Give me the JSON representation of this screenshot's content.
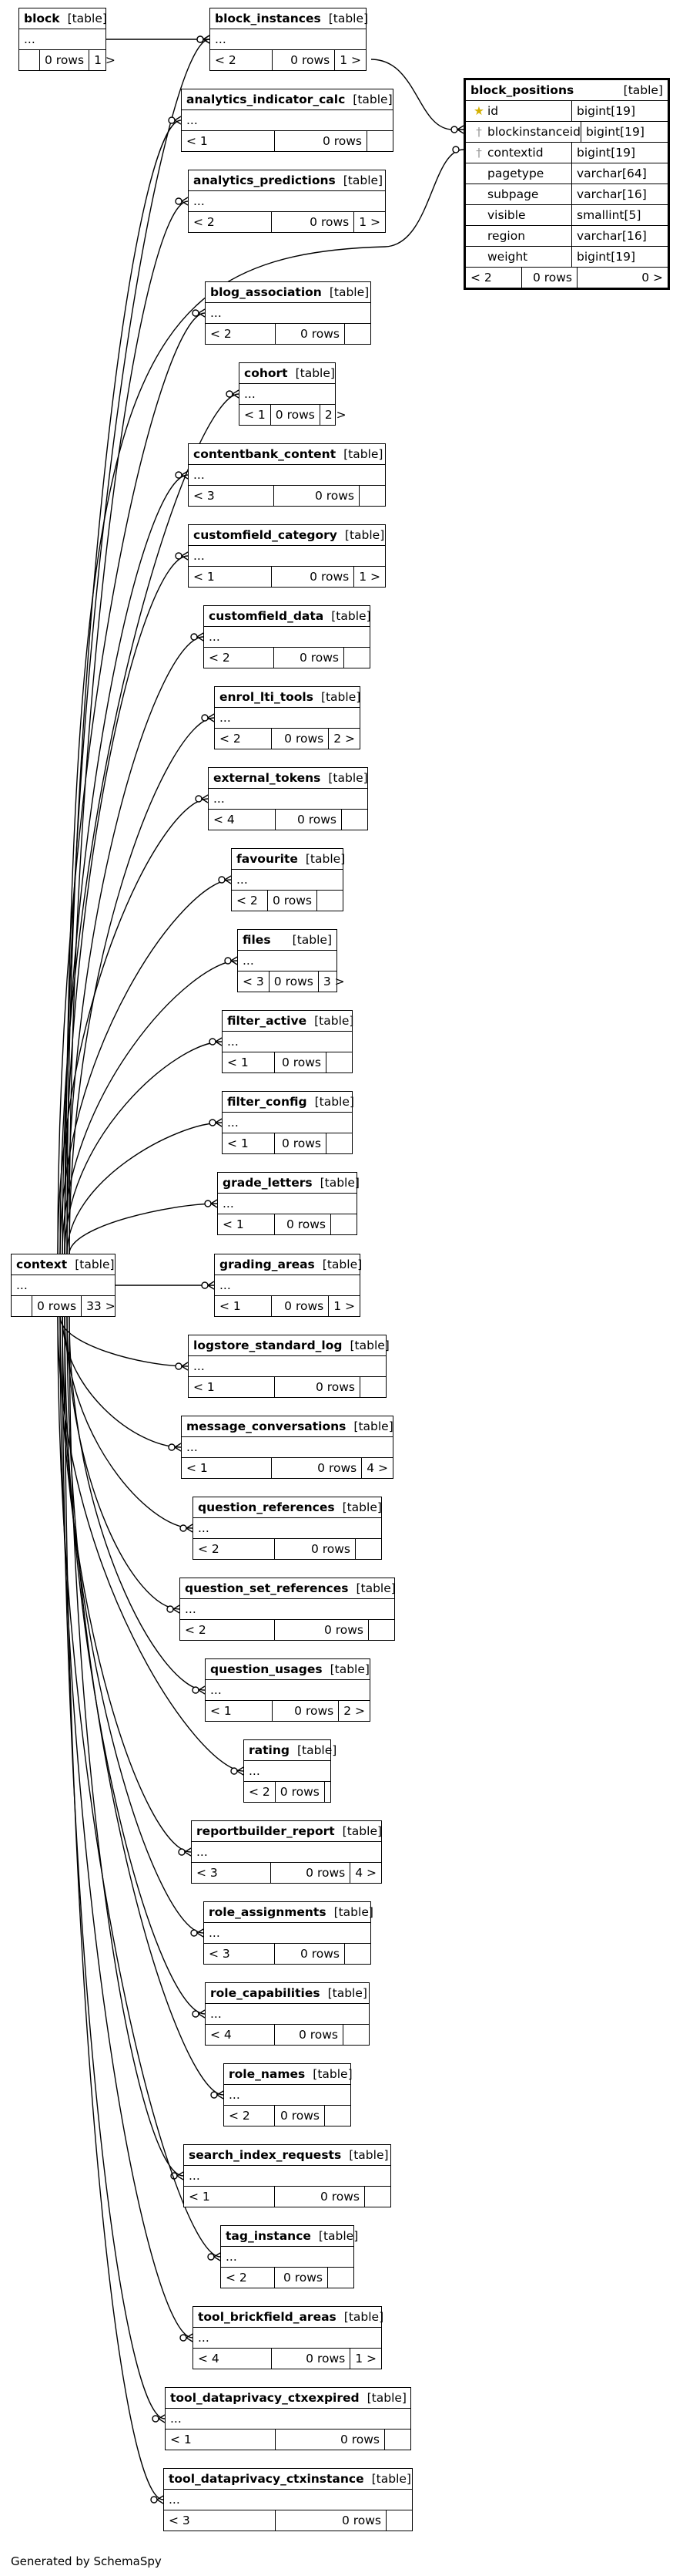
{
  "credit": "Generated by SchemaSpy",
  "focus_table": {
    "name": "block_positions",
    "kind": "[table]",
    "columns": [
      {
        "name": "id",
        "type": "bigint[19]",
        "key": "pk"
      },
      {
        "name": "blockinstanceid",
        "type": "bigint[19]",
        "key": "fk"
      },
      {
        "name": "contextid",
        "type": "bigint[19]",
        "key": "fk"
      },
      {
        "name": "pagetype",
        "type": "varchar[64]",
        "key": ""
      },
      {
        "name": "subpage",
        "type": "varchar[16]",
        "key": ""
      },
      {
        "name": "visible",
        "type": "smallint[5]",
        "key": ""
      },
      {
        "name": "region",
        "type": "varchar[16]",
        "key": ""
      },
      {
        "name": "weight",
        "type": "bigint[19]",
        "key": ""
      }
    ],
    "parents": "< 2",
    "rows": "0 rows",
    "children": "0 >"
  },
  "tables": [
    {
      "id": "block",
      "name": "block",
      "kind": "[table]",
      "body": "...",
      "parents": "",
      "rows": "0 rows",
      "children": "1 >"
    },
    {
      "id": "block_instances",
      "name": "block_instances",
      "kind": "[table]",
      "body": "...",
      "parents": "< 2",
      "rows": "0 rows",
      "children": "1 >"
    },
    {
      "id": "analytics_indicator_calc",
      "name": "analytics_indicator_calc",
      "kind": "[table]",
      "body": "...",
      "parents": "< 1",
      "rows": "0 rows",
      "children": ""
    },
    {
      "id": "analytics_predictions",
      "name": "analytics_predictions",
      "kind": "[table]",
      "body": "...",
      "parents": "< 2",
      "rows": "0 rows",
      "children": "1 >"
    },
    {
      "id": "blog_association",
      "name": "blog_association",
      "kind": "[table]",
      "body": "...",
      "parents": "< 2",
      "rows": "0 rows",
      "children": ""
    },
    {
      "id": "cohort",
      "name": "cohort",
      "kind": "[table]",
      "body": "...",
      "parents": "< 1",
      "rows": "0 rows",
      "children": "2 >"
    },
    {
      "id": "contentbank_content",
      "name": "contentbank_content",
      "kind": "[table]",
      "body": "...",
      "parents": "< 3",
      "rows": "0 rows",
      "children": ""
    },
    {
      "id": "customfield_category",
      "name": "customfield_category",
      "kind": "[table]",
      "body": "...",
      "parents": "< 1",
      "rows": "0 rows",
      "children": "1 >"
    },
    {
      "id": "customfield_data",
      "name": "customfield_data",
      "kind": "[table]",
      "body": "...",
      "parents": "< 2",
      "rows": "0 rows",
      "children": ""
    },
    {
      "id": "enrol_lti_tools",
      "name": "enrol_lti_tools",
      "kind": "[table]",
      "body": "...",
      "parents": "< 2",
      "rows": "0 rows",
      "children": "2 >"
    },
    {
      "id": "external_tokens",
      "name": "external_tokens",
      "kind": "[table]",
      "body": "...",
      "parents": "< 4",
      "rows": "0 rows",
      "children": ""
    },
    {
      "id": "favourite",
      "name": "favourite",
      "kind": "[table]",
      "body": "...",
      "parents": "< 2",
      "rows": "0 rows",
      "children": ""
    },
    {
      "id": "files",
      "name": "files",
      "kind": "[table]",
      "body": "...",
      "parents": "< 3",
      "rows": "0 rows",
      "children": "3 >"
    },
    {
      "id": "filter_active",
      "name": "filter_active",
      "kind": "[table]",
      "body": "...",
      "parents": "< 1",
      "rows": "0 rows",
      "children": ""
    },
    {
      "id": "filter_config",
      "name": "filter_config",
      "kind": "[table]",
      "body": "...",
      "parents": "< 1",
      "rows": "0 rows",
      "children": ""
    },
    {
      "id": "grade_letters",
      "name": "grade_letters",
      "kind": "[table]",
      "body": "...",
      "parents": "< 1",
      "rows": "0 rows",
      "children": ""
    },
    {
      "id": "context",
      "name": "context",
      "kind": "[table]",
      "body": "...",
      "parents": "",
      "rows": "0 rows",
      "children": "33 >"
    },
    {
      "id": "grading_areas",
      "name": "grading_areas",
      "kind": "[table]",
      "body": "...",
      "parents": "< 1",
      "rows": "0 rows",
      "children": "1 >"
    },
    {
      "id": "logstore_standard_log",
      "name": "logstore_standard_log",
      "kind": "[table]",
      "body": "...",
      "parents": "< 1",
      "rows": "0 rows",
      "children": ""
    },
    {
      "id": "message_conversations",
      "name": "message_conversations",
      "kind": "[table]",
      "body": "...",
      "parents": "< 1",
      "rows": "0 rows",
      "children": "4 >"
    },
    {
      "id": "question_references",
      "name": "question_references",
      "kind": "[table]",
      "body": "...",
      "parents": "< 2",
      "rows": "0 rows",
      "children": ""
    },
    {
      "id": "question_set_references",
      "name": "question_set_references",
      "kind": "[table]",
      "body": "...",
      "parents": "< 2",
      "rows": "0 rows",
      "children": ""
    },
    {
      "id": "question_usages",
      "name": "question_usages",
      "kind": "[table]",
      "body": "...",
      "parents": "< 1",
      "rows": "0 rows",
      "children": "2 >"
    },
    {
      "id": "rating",
      "name": "rating",
      "kind": "[table]",
      "body": "...",
      "parents": "< 2",
      "rows": "0 rows",
      "children": ""
    },
    {
      "id": "reportbuilder_report",
      "name": "reportbuilder_report",
      "kind": "[table]",
      "body": "...",
      "parents": "< 3",
      "rows": "0 rows",
      "children": "4 >"
    },
    {
      "id": "role_assignments",
      "name": "role_assignments",
      "kind": "[table]",
      "body": "...",
      "parents": "< 3",
      "rows": "0 rows",
      "children": ""
    },
    {
      "id": "role_capabilities",
      "name": "role_capabilities",
      "kind": "[table]",
      "body": "...",
      "parents": "< 4",
      "rows": "0 rows",
      "children": ""
    },
    {
      "id": "role_names",
      "name": "role_names",
      "kind": "[table]",
      "body": "...",
      "parents": "< 2",
      "rows": "0 rows",
      "children": ""
    },
    {
      "id": "search_index_requests",
      "name": "search_index_requests",
      "kind": "[table]",
      "body": "...",
      "parents": "< 1",
      "rows": "0 rows",
      "children": ""
    },
    {
      "id": "tag_instance",
      "name": "tag_instance",
      "kind": "[table]",
      "body": "...",
      "parents": "< 2",
      "rows": "0 rows",
      "children": ""
    },
    {
      "id": "tool_brickfield_areas",
      "name": "tool_brickfield_areas",
      "kind": "[table]",
      "body": "...",
      "parents": "< 4",
      "rows": "0 rows",
      "children": "1 >"
    },
    {
      "id": "tool_dataprivacy_ctxexpired",
      "name": "tool_dataprivacy_ctxexpired",
      "kind": "[table]",
      "body": "...",
      "parents": "< 1",
      "rows": "0 rows",
      "children": ""
    },
    {
      "id": "tool_dataprivacy_ctxinstance",
      "name": "tool_dataprivacy_ctxinstance",
      "kind": "[table]",
      "body": "...",
      "parents": "< 3",
      "rows": "0 rows",
      "children": ""
    }
  ],
  "relationships": [
    {
      "from": "block",
      "to": "block_instances"
    },
    {
      "from": "block_instances",
      "to": "block_positions"
    },
    {
      "from": "context",
      "to": "block_positions"
    },
    {
      "from": "context",
      "to": "block_instances"
    },
    {
      "from": "context",
      "to": "analytics_indicator_calc"
    },
    {
      "from": "context",
      "to": "analytics_predictions"
    },
    {
      "from": "context",
      "to": "blog_association"
    },
    {
      "from": "context",
      "to": "cohort"
    },
    {
      "from": "context",
      "to": "contentbank_content"
    },
    {
      "from": "context",
      "to": "customfield_category"
    },
    {
      "from": "context",
      "to": "customfield_data"
    },
    {
      "from": "context",
      "to": "enrol_lti_tools"
    },
    {
      "from": "context",
      "to": "external_tokens"
    },
    {
      "from": "context",
      "to": "favourite"
    },
    {
      "from": "context",
      "to": "files"
    },
    {
      "from": "context",
      "to": "filter_active"
    },
    {
      "from": "context",
      "to": "filter_config"
    },
    {
      "from": "context",
      "to": "grade_letters"
    },
    {
      "from": "context",
      "to": "grading_areas"
    },
    {
      "from": "context",
      "to": "logstore_standard_log"
    },
    {
      "from": "context",
      "to": "message_conversations"
    },
    {
      "from": "context",
      "to": "question_references"
    },
    {
      "from": "context",
      "to": "question_set_references"
    },
    {
      "from": "context",
      "to": "question_usages"
    },
    {
      "from": "context",
      "to": "rating"
    },
    {
      "from": "context",
      "to": "reportbuilder_report"
    },
    {
      "from": "context",
      "to": "role_assignments"
    },
    {
      "from": "context",
      "to": "role_capabilities"
    },
    {
      "from": "context",
      "to": "role_names"
    },
    {
      "from": "context",
      "to": "search_index_requests"
    },
    {
      "from": "context",
      "to": "tag_instance"
    },
    {
      "from": "context",
      "to": "tool_brickfield_areas"
    },
    {
      "from": "context",
      "to": "tool_dataprivacy_ctxexpired"
    },
    {
      "from": "context",
      "to": "tool_dataprivacy_ctxinstance"
    }
  ]
}
